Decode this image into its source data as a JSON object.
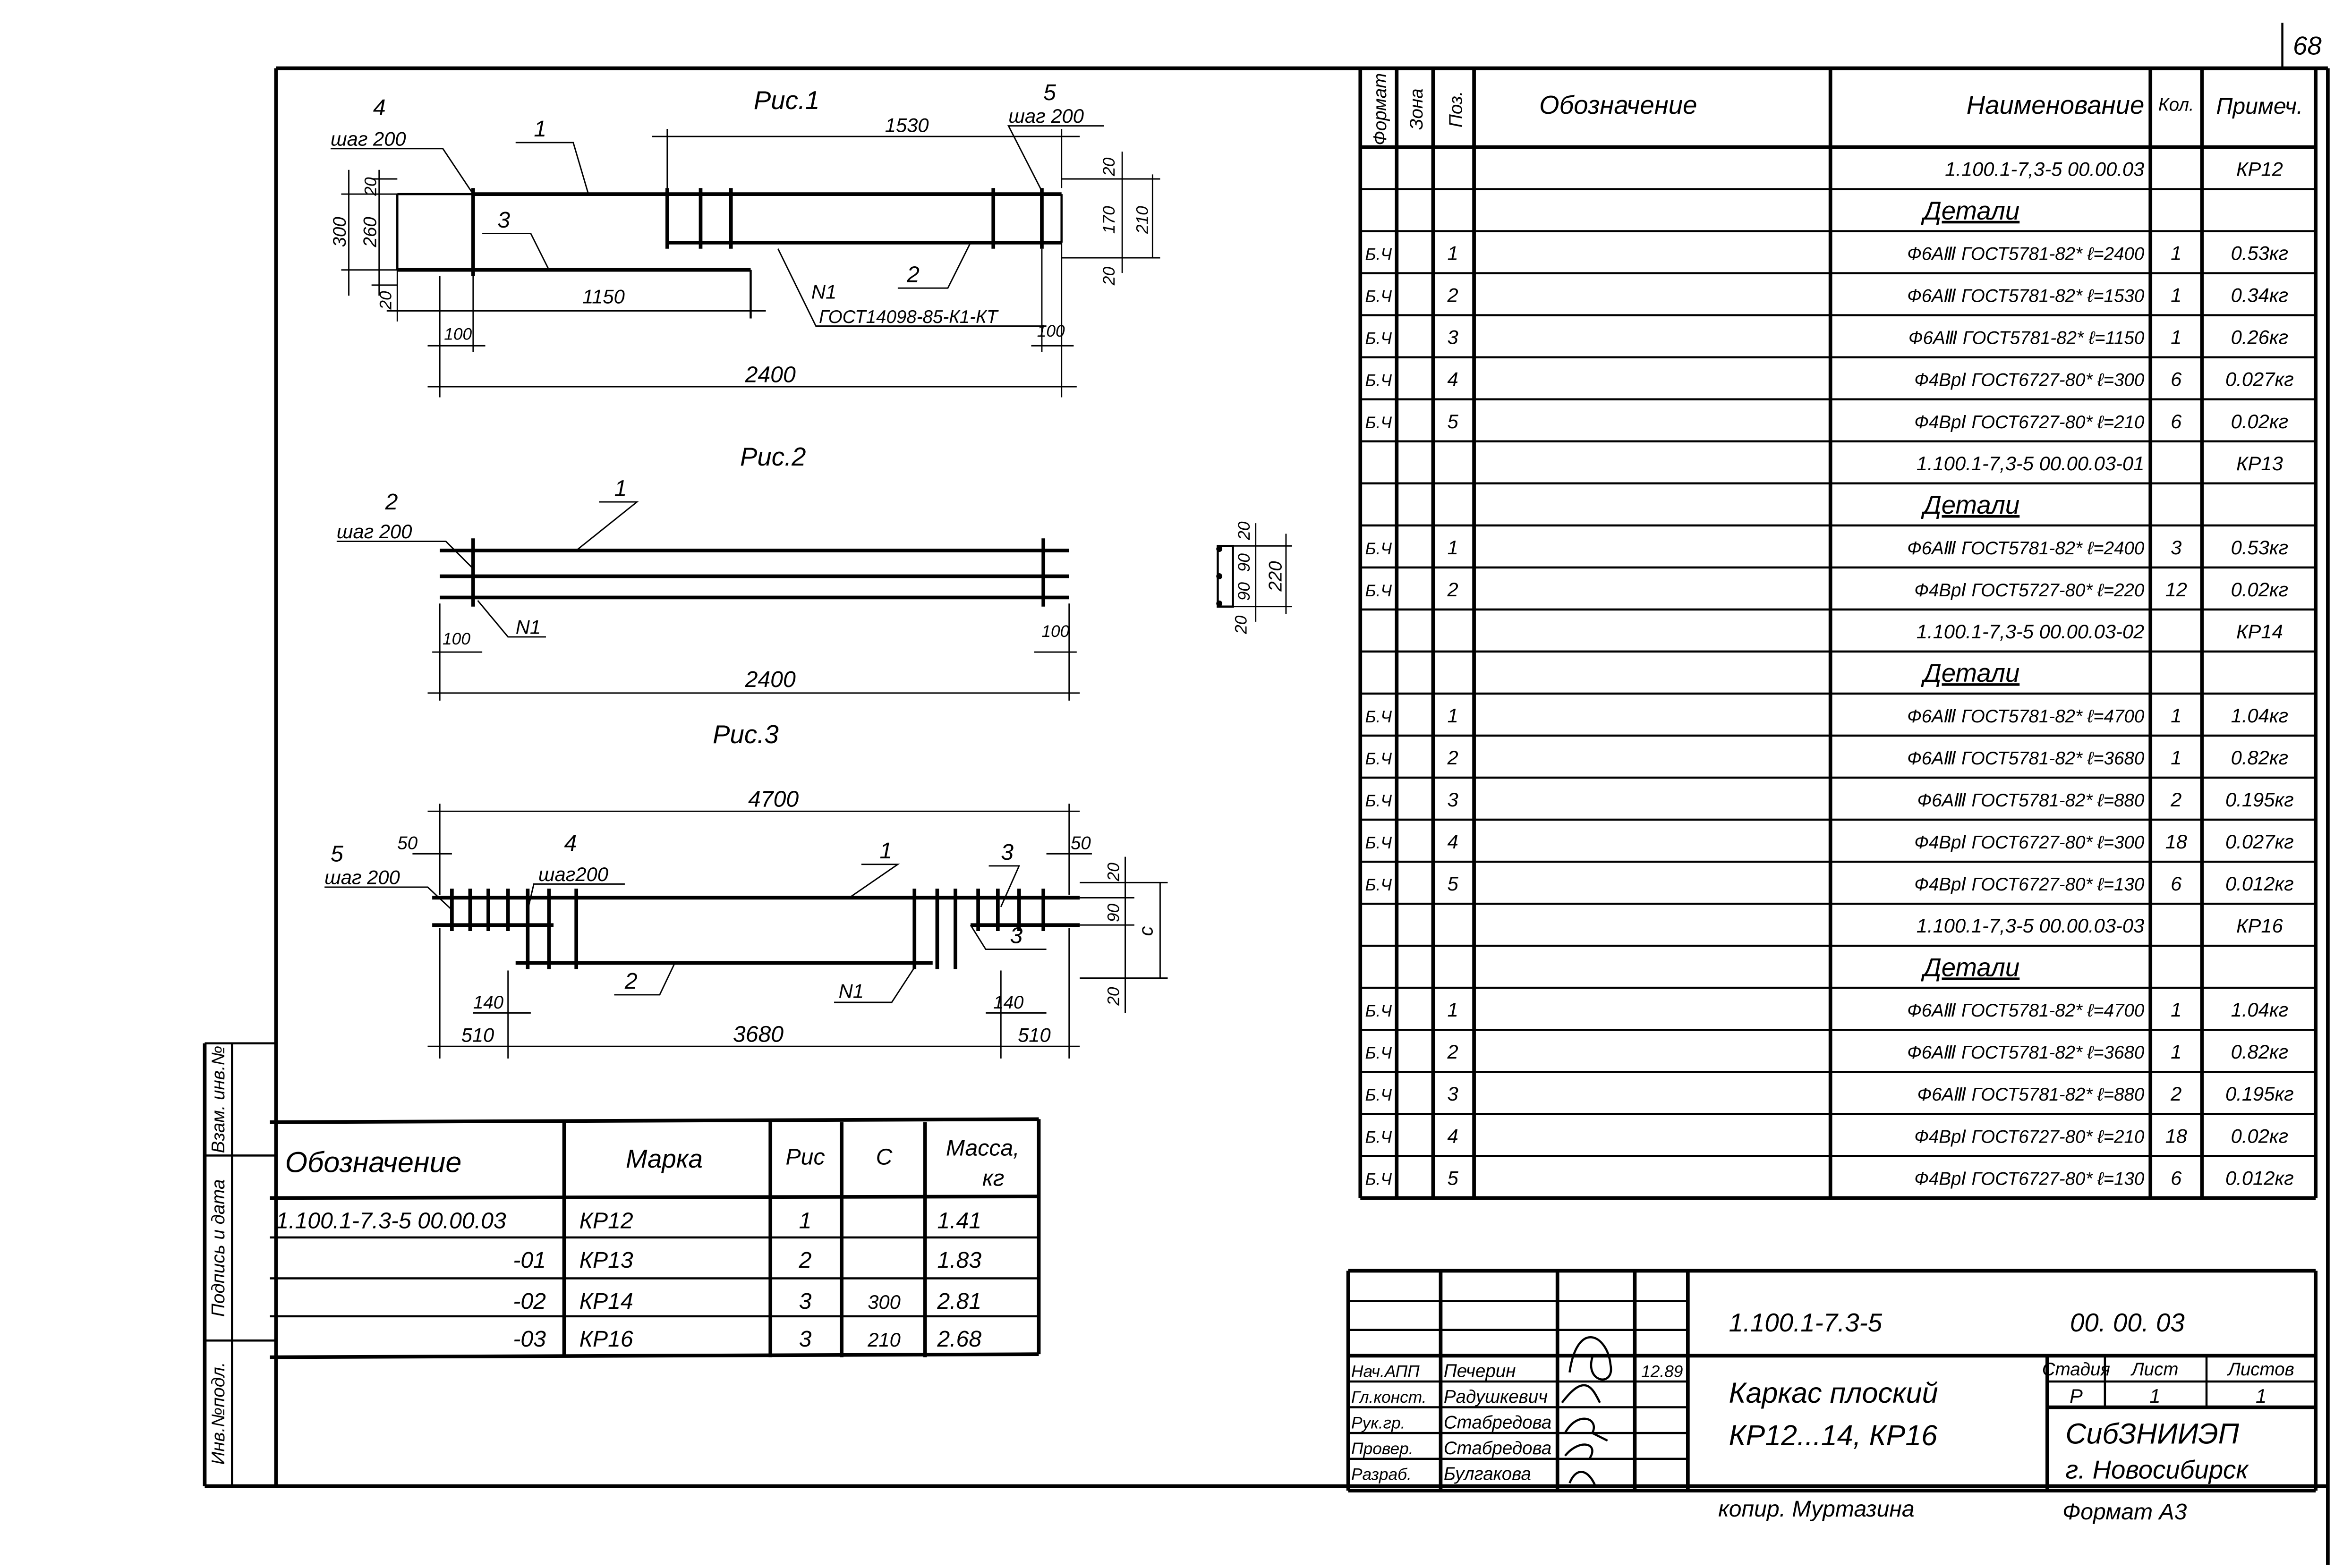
{
  "page_number": "68",
  "figures": {
    "fig1": {
      "title": "Рис.1",
      "labels": {
        "pos4": "4",
        "step4": "шаг 200",
        "pos1": "1",
        "pos3": "3",
        "pos5": "5",
        "step5": "шаг 200",
        "pos2": "2",
        "n1": "N1",
        "weld": "ГОСТ14098-85-К1-КТ"
      },
      "dims": {
        "d1530": "1530",
        "d1150": "1150",
        "d2400": "2400",
        "d100a": "100",
        "d100b": "100",
        "d300": "300",
        "d260": "260",
        "d20a": "20",
        "d20b": "20",
        "d20c": "20",
        "d170": "170",
        "d20d": "20",
        "d210": "210"
      }
    },
    "fig2": {
      "title": "Рис.2",
      "labels": {
        "pos2": "2",
        "step2": "шаг 200",
        "pos1": "1",
        "n1": "N1"
      },
      "dims": {
        "d100a": "100",
        "d100b": "100",
        "d2400": "2400"
      }
    },
    "fig3": {
      "title": "Рис.3",
      "labels": {
        "pos5": "5",
        "step5": "шаг 200",
        "pos4": "4",
        "step4": "шаг200",
        "pos1": "1",
        "pos3a": "3",
        "pos3b": "3",
        "pos2": "2",
        "n1": "N1"
      },
      "dims": {
        "d4700": "4700",
        "d50a": "50",
        "d50b": "50",
        "d140a": "140",
        "d140b": "140",
        "d510a": "510",
        "d3680": "3680",
        "d510b": "510",
        "d20a": "20",
        "d90": "90",
        "dc": "c",
        "d20b": "20"
      }
    },
    "section": {
      "dims": {
        "d20a": "20",
        "d90a": "90",
        "d90b": "90",
        "d20b": "20",
        "d220": "220"
      }
    }
  },
  "spec": {
    "headers": {
      "format": "Формат",
      "zone": "Зона",
      "pos": "Поз.",
      "designation": "Обозначение",
      "name": "Наименование",
      "qty": "Кол.",
      "note": "Примеч."
    },
    "rows": [
      {
        "type": "doc",
        "name": "1.100.1-7,3-5  00.00.03",
        "note": "КР12"
      },
      {
        "type": "heading",
        "name": "Детали"
      },
      {
        "format": "Б.Ч",
        "pos": "1",
        "name": "Ф6АⅢ ГОСТ5781-82* ℓ=2400",
        "qty": "1",
        "note": "0.53кг"
      },
      {
        "format": "Б.Ч",
        "pos": "2",
        "name": "Ф6АⅢ ГОСТ5781-82* ℓ=1530",
        "qty": "1",
        "note": "0.34кг"
      },
      {
        "format": "Б.Ч",
        "pos": "3",
        "name": "Ф6АⅢ ГОСТ5781-82* ℓ=1150",
        "qty": "1",
        "note": "0.26кг"
      },
      {
        "format": "Б.Ч",
        "pos": "4",
        "name": "Ф4ВрⅠ ГОСТ6727-80* ℓ=300",
        "qty": "6",
        "note": "0.027кг"
      },
      {
        "format": "Б.Ч",
        "pos": "5",
        "name": "Ф4ВрⅠ ГОСТ6727-80* ℓ=210",
        "qty": "6",
        "note": "0.02кг"
      },
      {
        "type": "doc",
        "name": "1.100.1-7,3-5  00.00.03-01",
        "note": "КР13"
      },
      {
        "type": "heading",
        "name": "Детали"
      },
      {
        "format": "Б.Ч",
        "pos": "1",
        "name": "Ф6АⅢ ГОСТ5781-82* ℓ=2400",
        "qty": "3",
        "note": "0.53кг"
      },
      {
        "format": "Б.Ч",
        "pos": "2",
        "name": "Ф4ВрⅠ ГОСТ5727-80* ℓ=220",
        "qty": "12",
        "note": "0.02кг"
      },
      {
        "type": "doc",
        "name": "1.100.1-7,3-5  00.00.03-02",
        "note": "КР14"
      },
      {
        "type": "heading",
        "name": "Детали"
      },
      {
        "format": "Б.Ч",
        "pos": "1",
        "name": "Ф6АⅢ ГОСТ5781-82* ℓ=4700",
        "qty": "1",
        "note": "1.04кг"
      },
      {
        "format": "Б.Ч",
        "pos": "2",
        "name": "Ф6АⅢ ГОСТ5781-82* ℓ=3680",
        "qty": "1",
        "note": "0.82кг"
      },
      {
        "format": "Б.Ч",
        "pos": "3",
        "name": "Ф6АⅢ ГОСТ5781-82* ℓ=880",
        "qty": "2",
        "note": "0.195кг"
      },
      {
        "format": "Б.Ч",
        "pos": "4",
        "name": "Ф4ВрⅠ ГОСТ6727-80* ℓ=300",
        "qty": "18",
        "note": "0.027кг"
      },
      {
        "format": "Б.Ч",
        "pos": "5",
        "name": "Ф4ВрⅠ ГОСТ6727-80* ℓ=130",
        "qty": "6",
        "note": "0.012кг"
      },
      {
        "type": "doc",
        "name": "1.100.1-7,3-5  00.00.03-03",
        "note": "КР16"
      },
      {
        "type": "heading",
        "name": "Детали"
      },
      {
        "format": "Б.Ч",
        "pos": "1",
        "name": "Ф6АⅢ ГОСТ5781-82* ℓ=4700",
        "qty": "1",
        "note": "1.04кг"
      },
      {
        "format": "Б.Ч",
        "pos": "2",
        "name": "Ф6АⅢ ГОСТ5781-82* ℓ=3680",
        "qty": "1",
        "note": "0.82кг"
      },
      {
        "format": "Б.Ч",
        "pos": "3",
        "name": "Ф6АⅢ ГОСТ5781-82* ℓ=880",
        "qty": "2",
        "note": "0.195кг"
      },
      {
        "format": "Б.Ч",
        "pos": "4",
        "name": "Ф4ВрⅠ ГОСТ6727-80* ℓ=210",
        "qty": "18",
        "note": "0.02кг"
      },
      {
        "format": "Б.Ч",
        "pos": "5",
        "name": "Ф4ВрⅠ ГОСТ6727-80* ℓ=130",
        "qty": "6",
        "note": "0.012кг"
      }
    ]
  },
  "marks_table": {
    "headers": {
      "designation": "Обозначение",
      "mark": "Марка",
      "fig": "Рис",
      "c": "С",
      "mass": "Масса,",
      "mass_unit": "кг"
    },
    "rows": [
      {
        "designation": "1.100.1-7.3-5 00.00.03",
        "mark": "КР12",
        "fig": "1",
        "c": "",
        "mass": "1.41"
      },
      {
        "designation": "-01",
        "mark": "КР13",
        "fig": "2",
        "c": "",
        "mass": "1.83"
      },
      {
        "designation": "-02",
        "mark": "КР14",
        "fig": "3",
        "c": "300",
        "mass": "2.81"
      },
      {
        "designation": "-03",
        "mark": "КР16",
        "fig": "3",
        "c": "210",
        "mass": "2.68"
      }
    ]
  },
  "side_stamp": {
    "replace": "Взам. инв.№",
    "signature_date": "Подпись и дата",
    "inv_original": "Инв.№подл."
  },
  "title_block": {
    "series": "1.100.1-7.3-5",
    "doc_code": "00. 00. 03",
    "title_line1": "Каркас плоский",
    "title_line2": "КР12...14, КР16",
    "stage_label": "Стадия",
    "sheet_label": "Лист",
    "sheets_label": "Листов",
    "stage": "Р",
    "sheet": "1",
    "sheets": "1",
    "org_line1": "СибЗНИИЭП",
    "org_line2": "г. Новосибирск",
    "date": "12.89",
    "people": [
      {
        "role": "Нач.АПП",
        "name": "Печерин"
      },
      {
        "role": "Гл.конст.",
        "name": "Радушкевич"
      },
      {
        "role": "Рук.гр.",
        "name": "Стабредова"
      },
      {
        "role": "Провер.",
        "name": "Стабредова"
      },
      {
        "role": "Разраб.",
        "name": "Булгакова"
      }
    ]
  },
  "footer": {
    "copied_by": "копир. Муртазина",
    "format": "Формат А3"
  }
}
